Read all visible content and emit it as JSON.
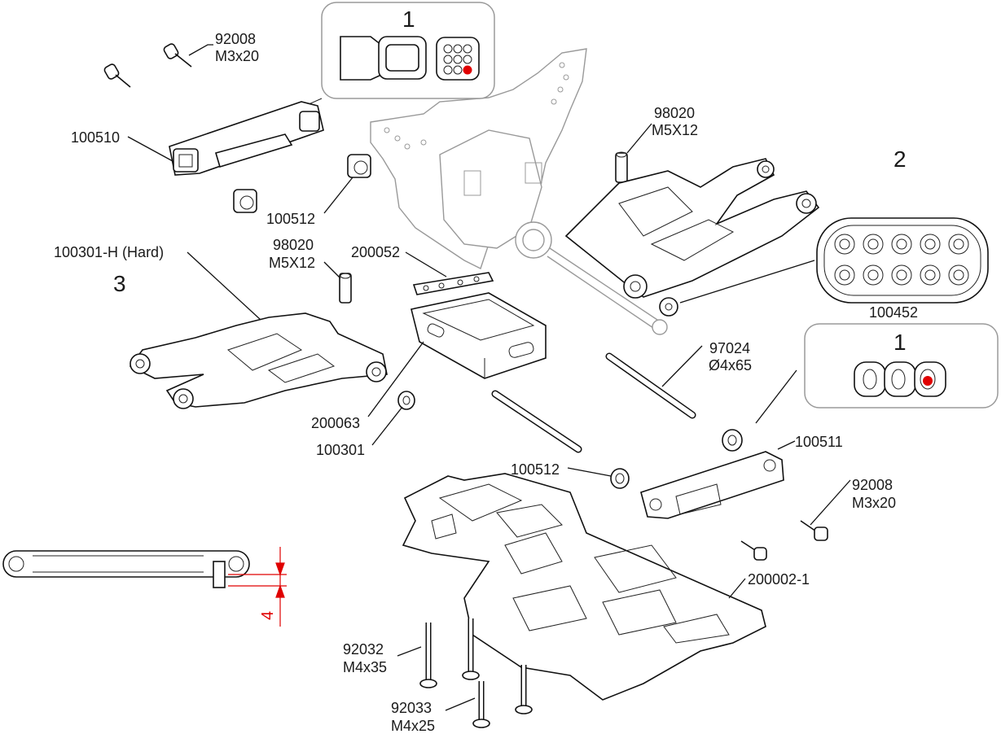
{
  "colors": {
    "line": "#111111",
    "dimension": "#e00000",
    "highlight": "#e00000",
    "callout_border": "#9a9a9a"
  },
  "callouts": {
    "top": {
      "number": "1"
    },
    "right": {
      "number": "1"
    },
    "index2": "2",
    "index3": "3"
  },
  "labels": {
    "p92008_top_a": "92008",
    "p92008_top_b": "M3x20",
    "p100510": "100510",
    "p100512_left": "100512",
    "p98020_right_a": "98020",
    "p98020_right_b": "M5X12",
    "p100301h": "100301-H (Hard)",
    "p98020_left_a": "98020",
    "p98020_left_b": "M5X12",
    "p200052": "200052",
    "p100452": "100452",
    "p97024_a": "97024",
    "p97024_b": "Ø4x65",
    "p200063": "200063",
    "p100301": "100301",
    "p100511": "100511",
    "p100512_mid": "100512",
    "p92008_right_a": "92008",
    "p92008_right_b": "M3x20",
    "p200002": "200002-1",
    "p92032_a": "92032",
    "p92032_b": "M4x35",
    "p92033_a": "92033",
    "p92033_b": "M4x25",
    "dim4": "4"
  }
}
